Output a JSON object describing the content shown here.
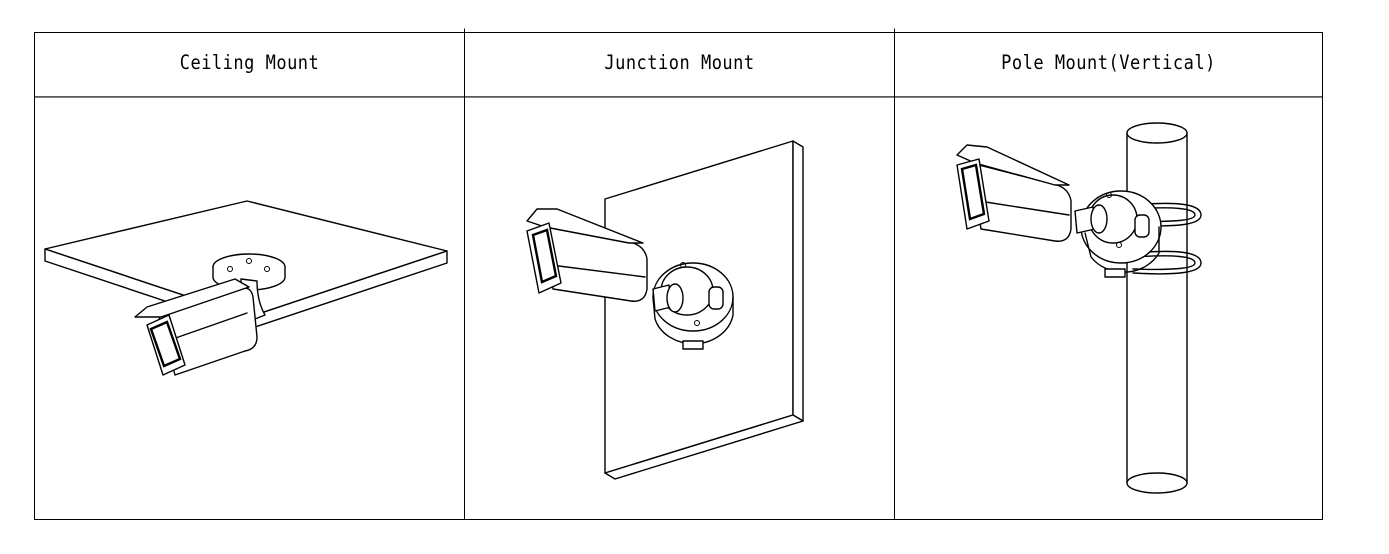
{
  "table": {
    "headers": [
      "Ceiling Mount",
      "Junction Mount",
      "Pole Mount(Vertical)"
    ]
  },
  "figures": [
    {
      "icon": "ceiling-mount-camera-illustration"
    },
    {
      "icon": "junction-mount-camera-illustration"
    },
    {
      "icon": "pole-mount-vertical-camera-illustration"
    }
  ]
}
